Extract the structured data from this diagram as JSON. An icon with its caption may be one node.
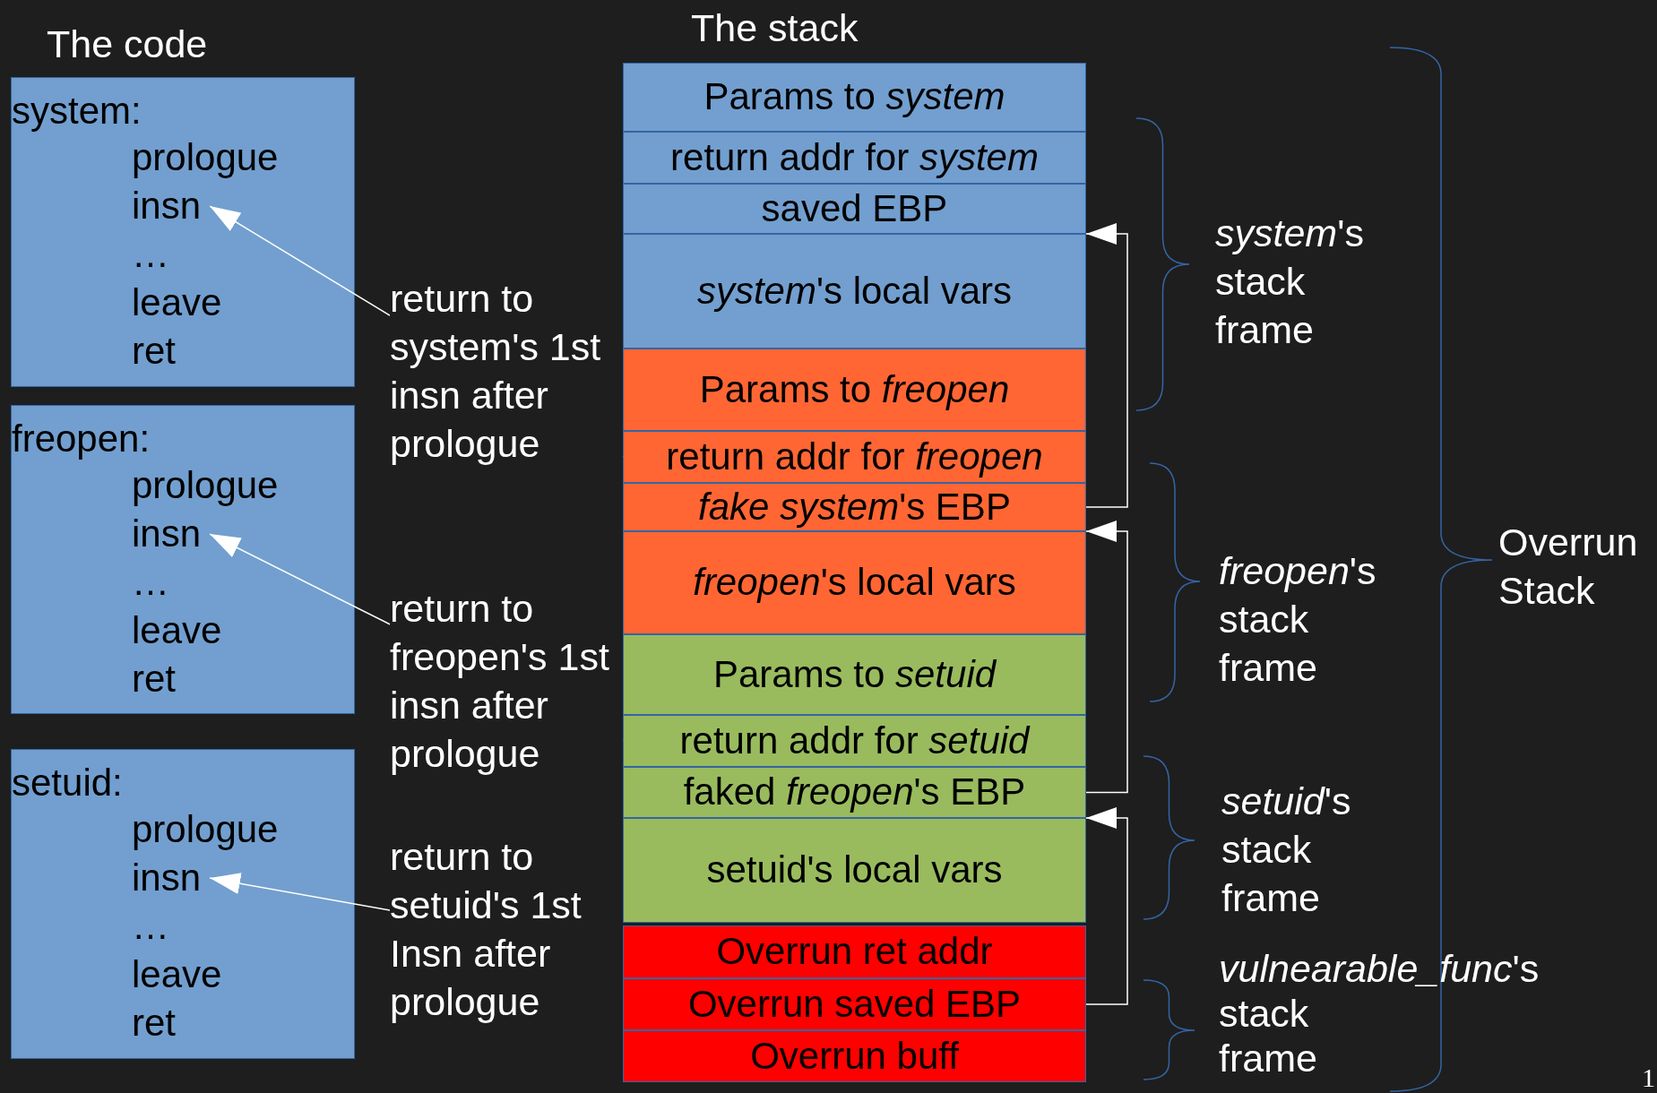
{
  "diagram": {
    "nodes": [
      {
        "text": [
          "system:"
        ]
      },
      {
        "text": [
          "prologue"
        ],
        "in": 0
      },
      {
        "text": [
          "insn"
        ],
        "in": 0
      },
      {
        "text": [
          "…"
        ],
        "in": 0
      },
      {
        "text": [
          "leave"
        ],
        "in": 0
      },
      {
        "text": [
          "ret"
        ],
        "in": 0
      },
      {
        "text": [
          "freopen:"
        ]
      },
      {
        "text": [
          "prologue"
        ],
        "in": 6
      },
      {
        "text": [
          "insn"
        ],
        "in": 6
      },
      {
        "text": [
          "…"
        ],
        "in": 6
      },
      {
        "text": [
          "leave"
        ],
        "in": 6
      },
      {
        "text": [
          "ret"
        ],
        "in": 6
      },
      {
        "text": [
          "setuid:"
        ]
      },
      {
        "text": [
          "prologue"
        ],
        "in": 12
      },
      {
        "text": [
          "insn"
        ],
        "in": 12
      },
      {
        "text": [
          "…"
        ],
        "in": 12
      },
      {
        "text": [
          "leave"
        ],
        "in": 12
      },
      {
        "text": [
          "ret"
        ],
        "in": 12
      },
      {
        "text": [
          "Params to *system*"
        ]
      },
      {
        "text": [
          "return addr for *system*"
        ]
      },
      {
        "text": [
          "saved EBP"
        ]
      },
      {
        "text": [
          "*system*'s local vars"
        ]
      },
      {
        "text": [
          "Params to *freopen*"
        ]
      },
      {
        "text": [
          "return addr for *freopen*"
        ]
      },
      {
        "text": [
          "*fake system*'s EBP"
        ]
      },
      {
        "text": [
          "*freopen*'s local vars"
        ]
      },
      {
        "text": [
          "Params to *setuid*"
        ]
      },
      {
        "text": [
          "return addr for *setuid*"
        ]
      },
      {
        "text": [
          "faked *freopen*'s EBP"
        ]
      },
      {
        "text": [
          "setuid's local vars"
        ]
      },
      {
        "text": [
          "Overrun ret addr"
        ]
      },
      {
        "text": [
          "Overrun saved EBP"
        ]
      },
      {
        "text": [
          "Overrun buff"
        ]
      }
    ],
    "edges": [
      {
        "from": 23,
        "to": 2,
        "arrow": "to",
        "label": "return to system's 1st insn after prologue"
      },
      {
        "from": 27,
        "to": 8,
        "arrow": "to",
        "label": "return to freopen's 1st insn after prologue"
      },
      {
        "from": 30,
        "to": 14,
        "arrow": "to",
        "label": "return to setuid's 1st Insn after prologue"
      },
      {
        "from": 24,
        "to": 20,
        "arrow": "to"
      },
      {
        "from": 28,
        "to": 24,
        "arrow": "to"
      },
      {
        "from": 31,
        "to": 28,
        "arrow": "to"
      }
    ],
    "labels": [
      "The code",
      "The stack",
      "*system*'s stack frame",
      "*freopen*'s stack frame",
      "*setuid*'s stack frame",
      "*vulnearable_func*'s stack frame",
      "Overrun Stack",
      "1"
    ]
  }
}
